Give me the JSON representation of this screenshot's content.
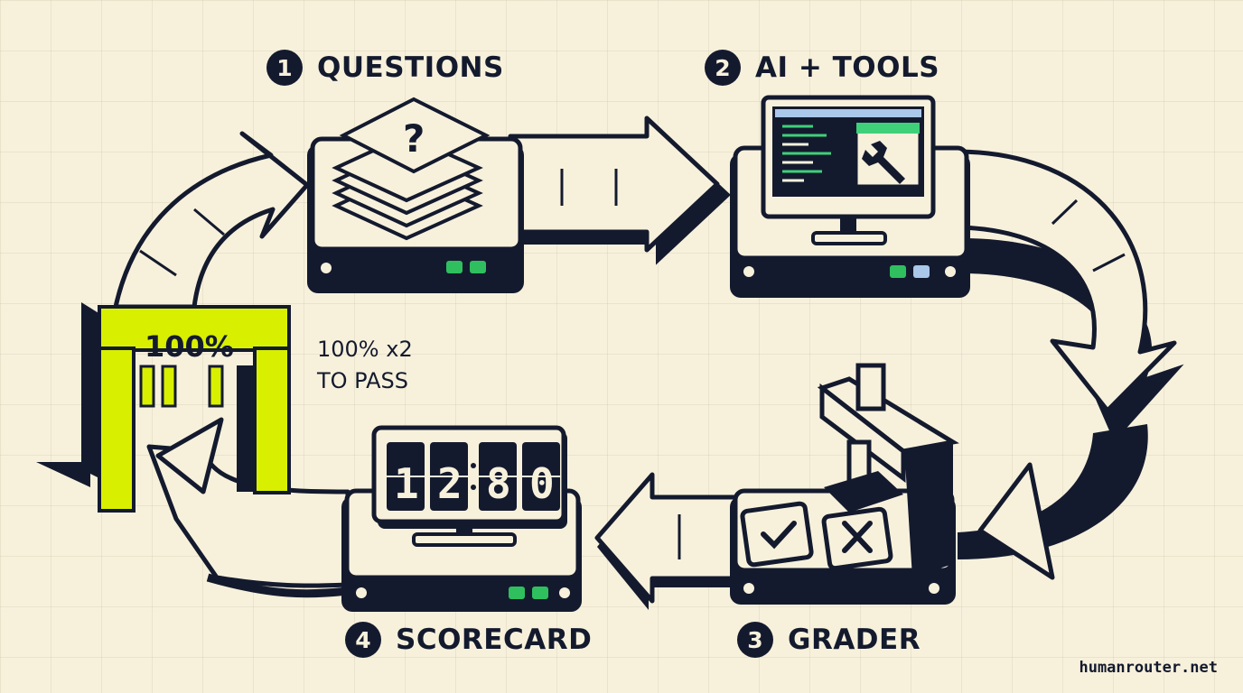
{
  "stages": [
    {
      "number": "1",
      "title": "QUESTIONS"
    },
    {
      "number": "2",
      "title": "AI + TOOLS"
    },
    {
      "number": "3",
      "title": "GRADER"
    },
    {
      "number": "4",
      "title": "SCORECARD"
    }
  ],
  "gate": {
    "label": "100%"
  },
  "pass_note": {
    "line1": "100% x2",
    "line2": "TO PASS"
  },
  "scorecard": {
    "digits": [
      "1",
      "2",
      "8",
      "0"
    ]
  },
  "footer": {
    "url": "humanrouter.net"
  },
  "colors": {
    "background": "#f7f1dc",
    "ink": "#141a2e",
    "accent_lime": "#d8f000",
    "led_green": "#2fbf5f",
    "led_blue": "#a9c8ea",
    "screen_green": "#3fd07a"
  }
}
